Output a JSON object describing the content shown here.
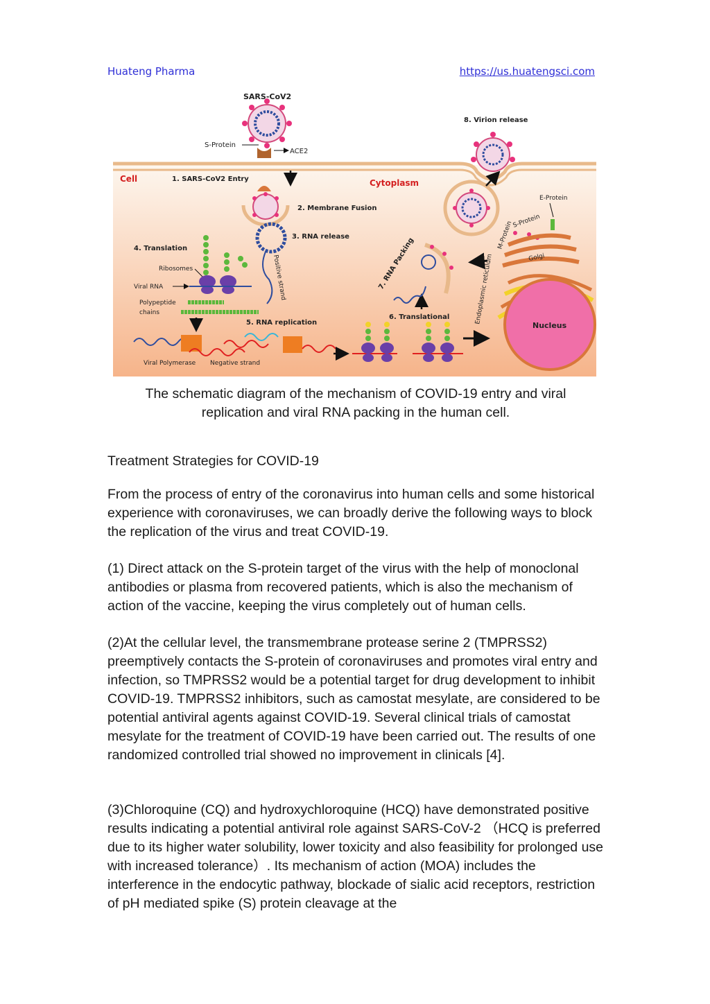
{
  "header": {
    "company": "Huateng Pharma",
    "url": "https://us.huatengsci.com"
  },
  "figure": {
    "labels": {
      "virus": "SARS-CoV2",
      "s_protein": "S-Protein",
      "ace2": "ACE2",
      "cell": "Cell",
      "step1": "1. SARS-CoV2 Entry",
      "cytoplasm": "Cytoplasm",
      "step8": "8. Virion release",
      "step2": "2. Membrane Fusion",
      "step3": "3. RNA release",
      "step4": "4. Translation",
      "ribosomes": "Ribosomes",
      "viral_rna": "Viral RNA",
      "polypeptide": "Polypeptide",
      "chains": "chains",
      "positive_strand": "Positive strand",
      "step5": "5. RNA replication",
      "viral_polymerase": "Viral Polymerase",
      "negative_strand": "Negative strand",
      "step6": "6. Translational",
      "step7": "7. RNA Packing",
      "e_protein": "E-Protein",
      "s_protein2": "S-Protein",
      "m_protein": "M-Protein",
      "golgi": "Golgi",
      "er": "Endoplasmic reticulum",
      "nucleus": "Nucleus"
    },
    "colors": {
      "cytoplasm_top": "#fdf6ee",
      "cytoplasm_bottom": "#f6b48a",
      "membrane": "#e8b98a",
      "virus_spike": "#e8327c",
      "rna": "#2f4d9e",
      "ribosome": "#6a3fa8",
      "polypeptide": "#5cb83c",
      "polymerase": "#ee7d22",
      "negative_strand": "#e02020",
      "nucleus": "#f06fa8",
      "golgi": "#d9773a",
      "er": "#f2d22a",
      "label_red": "#d42020"
    }
  },
  "caption": {
    "line1": "The schematic diagram of the mechanism of COVID-19 entry and viral",
    "line2": "replication and viral RNA packing in the human cell."
  },
  "heading": "Treatment Strategies for COVID-19",
  "paragraphs": [
    "From the process of entry of the coronavirus into human cells and some historical experience with coronaviruses, we can broadly derive the following ways to block the replication of the virus and treat COVID-19.",
    "(1) Direct attack on the S-protein target of the virus with the help of monoclonal antibodies or plasma from recovered patients, which is also the mechanism of action of the vaccine, keeping the virus completely out of human cells.",
    "(2)At the cellular level, the transmembrane protease serine 2 (TMPRSS2) preemptively contacts the S-protein of coronaviruses and promotes viral entry and infection, so TMPRSS2 would be a potential target for drug development to inhibit COVID-19. TMPRSS2 inhibitors, such as camostat mesylate, are considered to be potential antiviral agents against COVID-19. Several clinical trials of camostat mesylate for the treatment of COVID-19 have been carried out. The results of one randomized controlled trial showed no improvement in clinicals [4].",
    "(3)Chloroquine (CQ) and hydroxychloroquine (HCQ) have demonstrated positive results indicating a potential antiviral role against SARS-CoV-2 （HCQ is preferred due to its higher water solubility, lower toxicity and also feasibility for prolonged use with increased tolerance）. Its mechanism of action (MOA) includes the interference in the endocytic pathway, blockade of sialic acid receptors, restriction of pH mediated spike (S) protein cleavage at the"
  ]
}
